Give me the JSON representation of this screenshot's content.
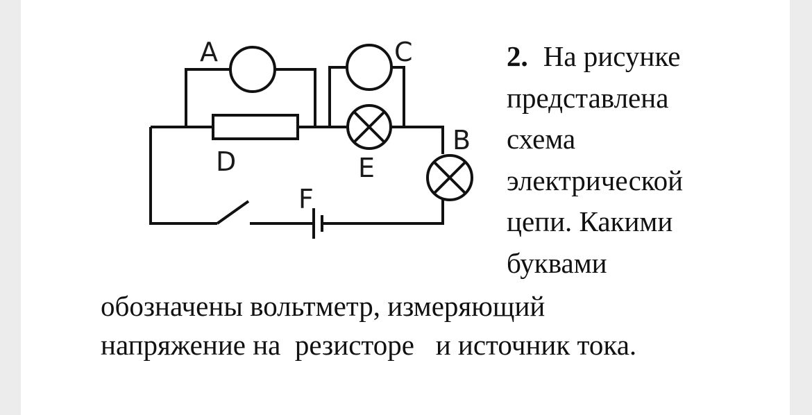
{
  "problem": {
    "number": "2.",
    "side_lines": [
      "На рисунке",
      "представлена",
      "схема",
      "электрической",
      "цепи. Какими",
      "буквами"
    ],
    "bottom_lines": [
      "обозначены вольтметр, измеряющий",
      "напряжение на  резисторе   и источник тока."
    ]
  },
  "diagram": {
    "labels": {
      "a": "A",
      "b": "B",
      "c": "C",
      "d": "D",
      "e": "E",
      "f": "F"
    }
  }
}
